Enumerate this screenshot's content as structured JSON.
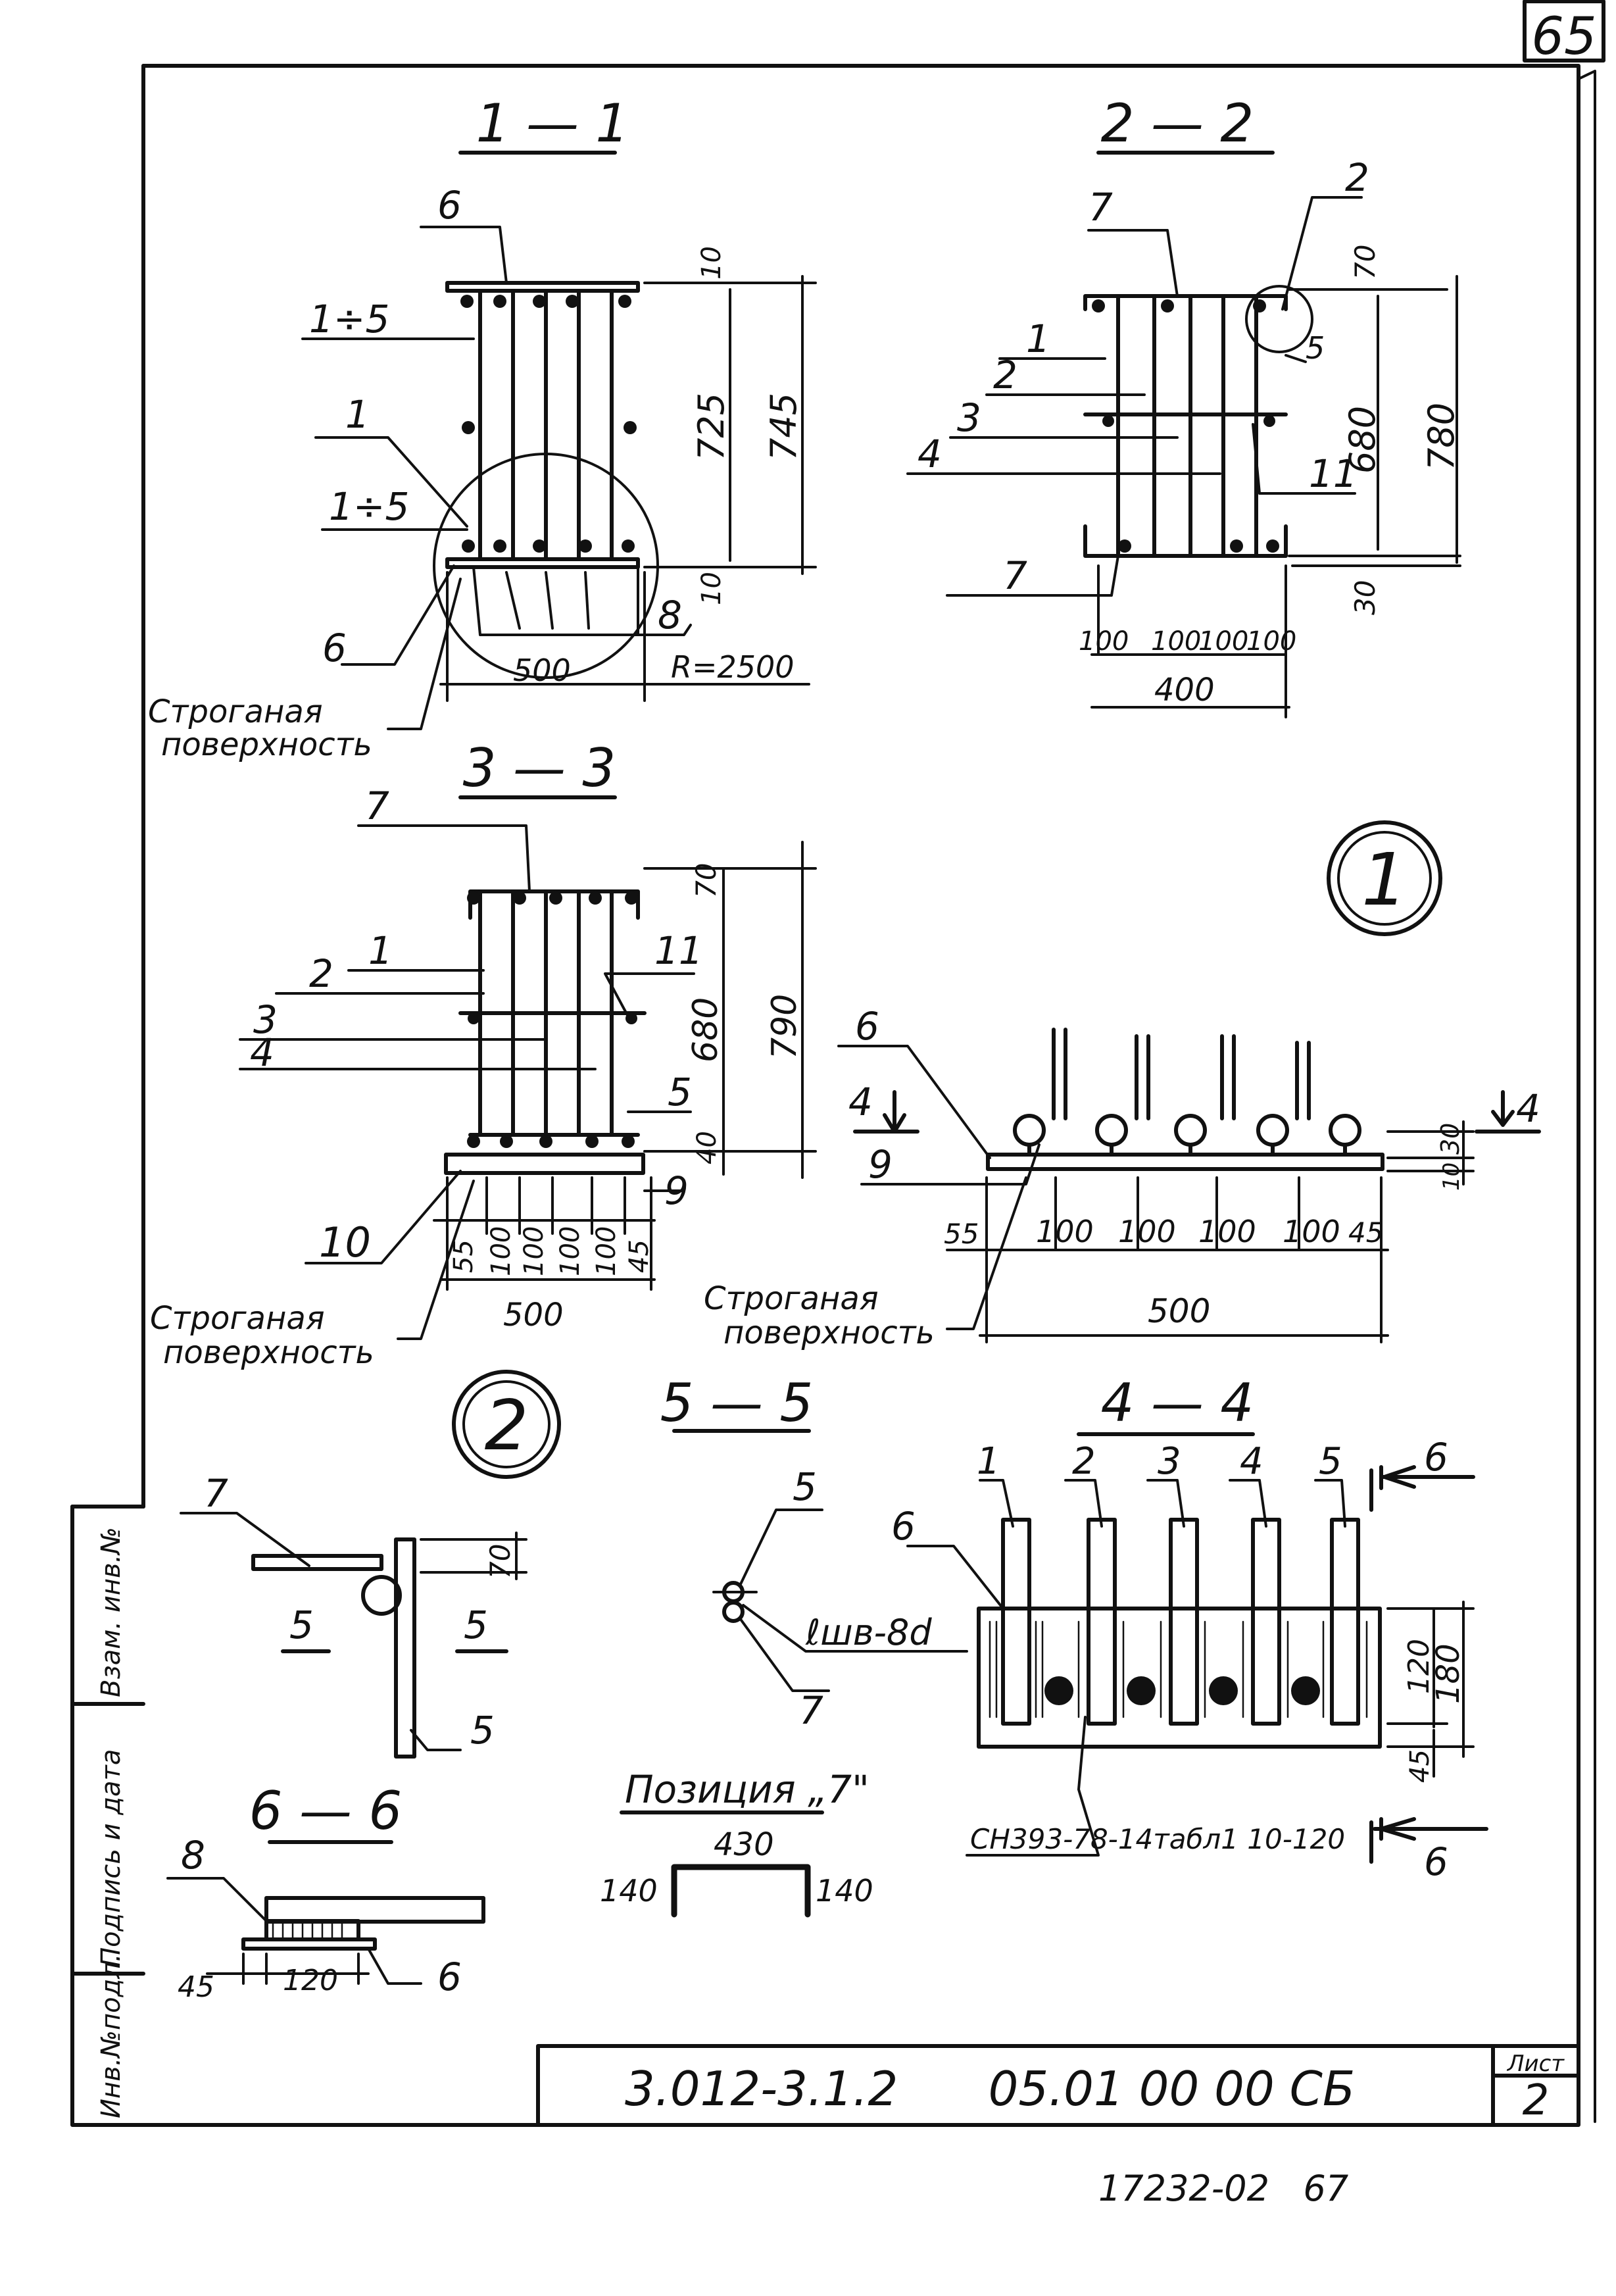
{
  "sheet": {
    "page_number": "65",
    "designation": "3.012-3.1.2      05.01 00 00 СБ",
    "sheet_label": "Лист",
    "sheet_number": "2",
    "archive_number": "17232-02   67",
    "side_stamp": [
      "Инв.№подл.",
      "Подпись и дата",
      "Взам. инв.№"
    ]
  },
  "callouts": {
    "detail_1": "1",
    "detail_2": "2"
  },
  "sections": {
    "s11": {
      "title": "1 — 1",
      "marks": [
        "6",
        "1÷5",
        "1",
        "1÷5",
        "6",
        "8"
      ],
      "dims": [
        "10",
        "725",
        "745",
        "10",
        "500",
        "R=2500"
      ],
      "note": [
        "Строганая",
        "поверхность"
      ]
    },
    "s22": {
      "title": "2 — 2",
      "marks": [
        "7",
        "2",
        "1",
        "2",
        "3",
        "4",
        "11",
        "7",
        "5"
      ],
      "dims": [
        "70",
        "680",
        "780",
        "30",
        "100",
        "100",
        "100",
        "100",
        "400"
      ]
    },
    "s33": {
      "title": "3 — 3",
      "marks": [
        "7",
        "1",
        "2",
        "11",
        "3",
        "4",
        "5",
        "9",
        "10"
      ],
      "dims": [
        "70",
        "680",
        "790",
        "40",
        "55",
        "100",
        "100",
        "100",
        "100",
        "45",
        "500"
      ],
      "note": [
        "Строганая",
        "поверхность"
      ]
    },
    "d1": {
      "marks": [
        "6",
        "4",
        "9",
        "4"
      ],
      "dims": [
        "30",
        "10",
        "55",
        "100",
        "100",
        "100",
        "100",
        "45",
        "500"
      ],
      "note": [
        "Строганая",
        "поверхность"
      ]
    },
    "s55": {
      "title": "5 — 5",
      "marks": [
        "5",
        "7"
      ],
      "note": "ℓшв-8d"
    },
    "s44": {
      "title": "4 — 4",
      "marks": [
        "1",
        "2",
        "3",
        "4",
        "5",
        "6",
        "6",
        "6"
      ],
      "dims": [
        "120",
        "180",
        "45"
      ],
      "note": "СН393-78-14табл1 10-120"
    },
    "d2": {
      "marks": [
        "7",
        "5",
        "5",
        "5"
      ],
      "dims": [
        "70"
      ]
    },
    "s66": {
      "title": "6 — 6",
      "marks": [
        "8",
        "6"
      ],
      "dims": [
        "45",
        "120"
      ]
    },
    "pos7": {
      "title": "Позиция „7\"",
      "dims": [
        "430",
        "140",
        "140"
      ]
    }
  }
}
